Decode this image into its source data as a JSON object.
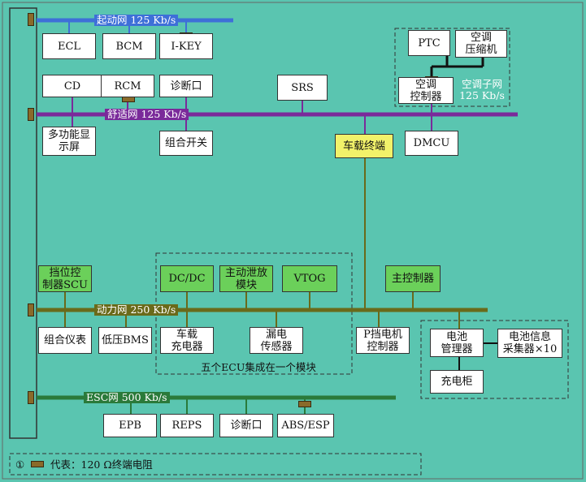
{
  "buses": {
    "start": {
      "label": "起动网 125 Kb/s",
      "color": "#3e6fd8"
    },
    "comfort": {
      "label": "舒适网 125 Kb/s",
      "color": "#7a2a9a"
    },
    "power": {
      "label": "动力网 250 Kb/s",
      "color": "#6a6a1a"
    },
    "esc": {
      "label": "ESC网 500 Kb/s",
      "color": "#2a7a3a"
    }
  },
  "modules": {
    "ecl": "ECL",
    "bcm": "BCM",
    "ikey": "I-KEY",
    "cd": "CD",
    "rcm": "RCM",
    "diag1": "诊断口",
    "srs": "SRS",
    "ptc": "PTC",
    "compressor": "空调\n压缩机",
    "ac_ctrl": "空调\n控制器",
    "multi_display": "多功能显\n示屏",
    "combo_switch": "组合开关",
    "telematics": "车载终端",
    "dmcu": "DMCU",
    "gear_scu": "挡位控\n制器SCU",
    "dcdc": "DC/DC",
    "discharge": "主动泄放\n模块",
    "vtog": "VTOG",
    "main_ctrl": "主控制器",
    "cluster": "组合仪表",
    "bms_low": "低压BMS",
    "charger": "车载\n充电器",
    "leak": "漏电\n传感器",
    "p_motor": "P挡电机\n控制器",
    "batt_mgr": "电池\n管理器",
    "batt_collector": "电池信息\n采集器×10",
    "charge_cab": "充电柜",
    "epb": "EPB",
    "reps": "REPS",
    "diag2": "诊断口",
    "abs": "ABS/ESP"
  },
  "notes": {
    "ac_subnet": "空调子网\n125 Kb/s",
    "ecu_group": "五个ECU集成在一个模块"
  },
  "legend": {
    "mark": "①",
    "text": "代表：120 Ω终端电阻"
  },
  "colors": {
    "background": "#5ac5b0",
    "green_module": "#6bd05a",
    "yellow_module": "#f2f26a",
    "terminator": "#8a6a2a"
  }
}
